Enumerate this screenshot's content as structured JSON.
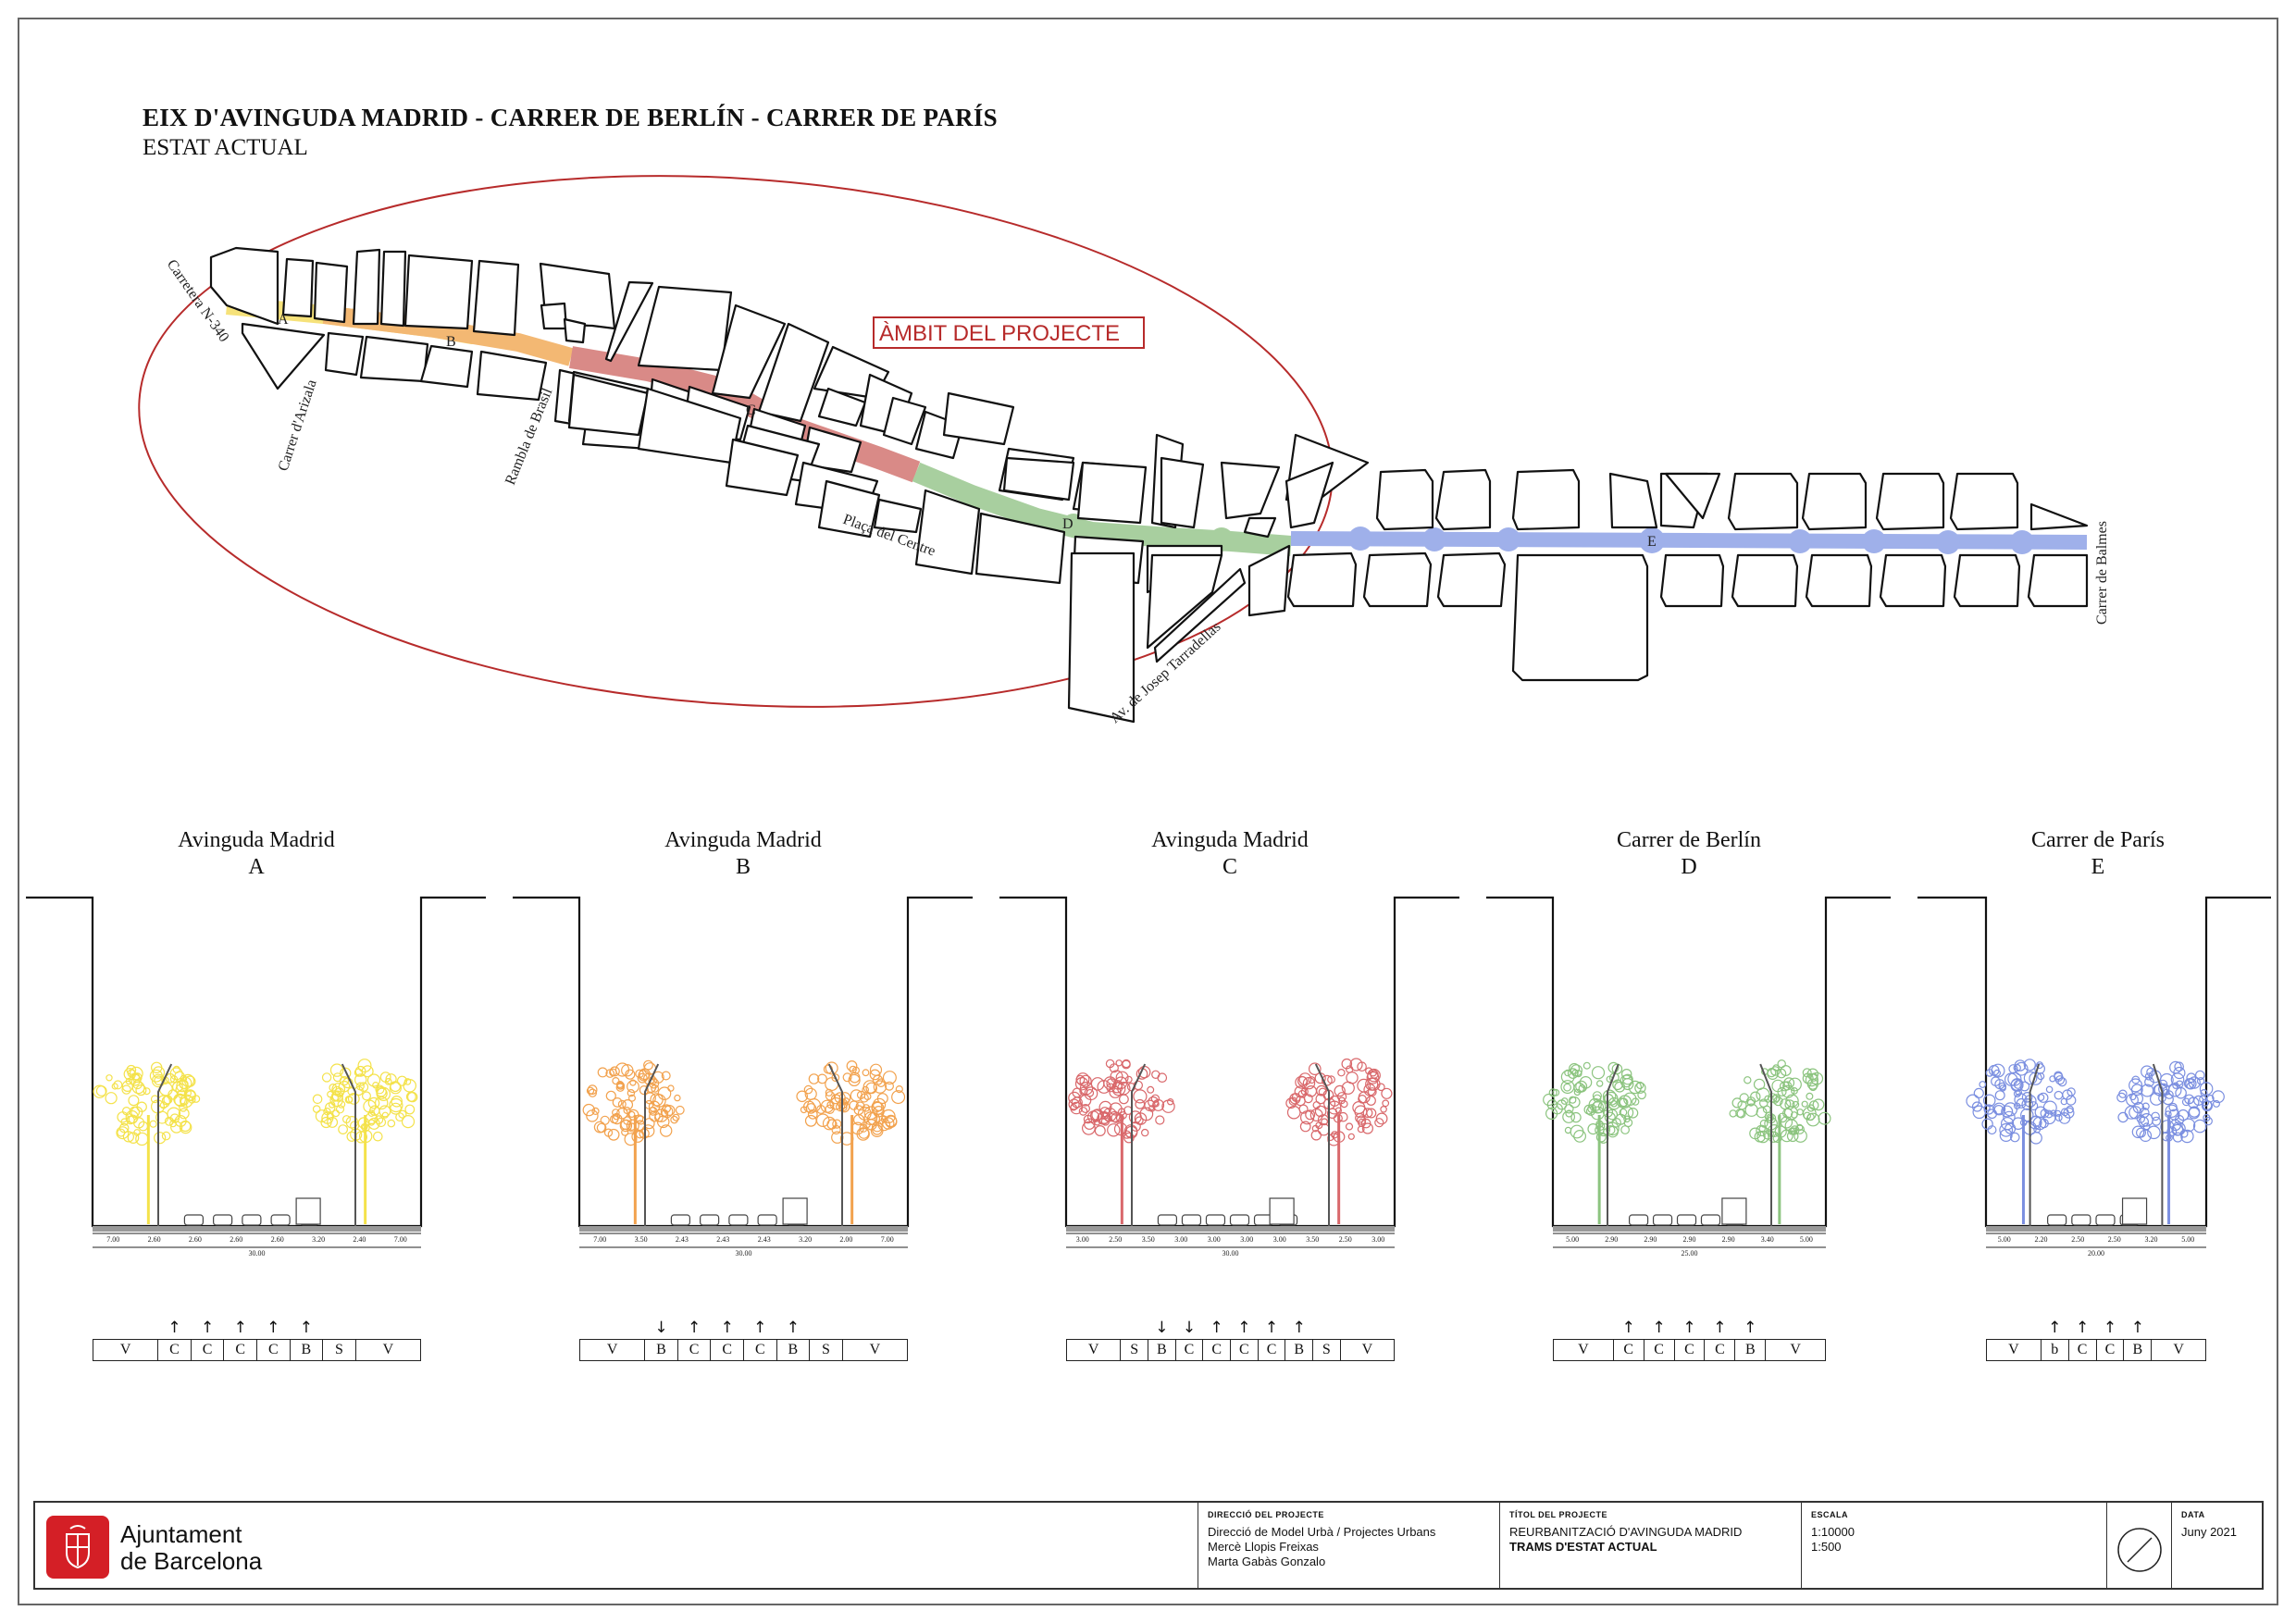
{
  "header": {
    "title": "EIX D'AVINGUDA MADRID - CARRER DE BERLÍN - CARRER DE PARÍS",
    "subtitle": "ESTAT ACTUAL"
  },
  "map": {
    "scope_label": "ÀMBIT DEL PROJECTE",
    "streets": {
      "carretera": "Carretera N-340",
      "arizala": "Carrer d'Arizala",
      "rambla": "Rambla de Brasil",
      "placa": "Plaça del Centre",
      "tarradellas": "Av. de Josep Tarradellas",
      "balmes": "Carrer de Balmes"
    },
    "segments": [
      {
        "id": "A",
        "color": "#f6e27a"
      },
      {
        "id": "B",
        "color": "#f3b873"
      },
      {
        "id": "C",
        "color": "#d98a87"
      },
      {
        "id": "D",
        "color": "#a8cf9f"
      },
      {
        "id": "E",
        "color": "#9fb0ea"
      }
    ]
  },
  "sections": [
    {
      "street": "Avinguda Madrid",
      "letter": "A",
      "tree_color": "#f4e24a",
      "dims": [
        "7.00",
        "2.60",
        "2.60",
        "2.60",
        "2.60",
        "3.20",
        "2.40",
        "7.00"
      ],
      "total": "30.00",
      "legend": [
        {
          "code": "V",
          "arrow": ""
        },
        {
          "code": "C",
          "arrow": "↑"
        },
        {
          "code": "C",
          "arrow": "↑"
        },
        {
          "code": "C",
          "arrow": "↑"
        },
        {
          "code": "C",
          "arrow": "↑"
        },
        {
          "code": "B",
          "arrow": "↑"
        },
        {
          "code": "S",
          "arrow": ""
        },
        {
          "code": "V",
          "arrow": ""
        }
      ]
    },
    {
      "street": "Avinguda Madrid",
      "letter": "B",
      "tree_color": "#f2a24e",
      "dims": [
        "7.00",
        "3.50",
        "2.43",
        "2.43",
        "2.43",
        "3.20",
        "2.00",
        "7.00"
      ],
      "total": "30.00",
      "legend": [
        {
          "code": "V",
          "arrow": ""
        },
        {
          "code": "B",
          "arrow": "↓"
        },
        {
          "code": "C",
          "arrow": "↑"
        },
        {
          "code": "C",
          "arrow": "↑"
        },
        {
          "code": "C",
          "arrow": "↑"
        },
        {
          "code": "B",
          "arrow": "↑"
        },
        {
          "code": "S",
          "arrow": ""
        },
        {
          "code": "V",
          "arrow": ""
        }
      ]
    },
    {
      "street": "Avinguda Madrid",
      "letter": "C",
      "tree_color": "#d9686b",
      "dims": [
        "3.00",
        "2.50",
        "3.50",
        "3.00",
        "3.00",
        "3.00",
        "3.00",
        "3.50",
        "2.50",
        "3.00"
      ],
      "total": "30.00",
      "legend": [
        {
          "code": "V",
          "arrow": ""
        },
        {
          "code": "S",
          "arrow": ""
        },
        {
          "code": "B",
          "arrow": "↓"
        },
        {
          "code": "C",
          "arrow": "↓"
        },
        {
          "code": "C",
          "arrow": "↑"
        },
        {
          "code": "C",
          "arrow": "↑"
        },
        {
          "code": "C",
          "arrow": "↑"
        },
        {
          "code": "B",
          "arrow": "↑"
        },
        {
          "code": "S",
          "arrow": ""
        },
        {
          "code": "V",
          "arrow": ""
        }
      ]
    },
    {
      "street": "Carrer de Berlín",
      "letter": "D",
      "tree_color": "#8cc47f",
      "dims": [
        "5.00",
        "2.90",
        "2.90",
        "2.90",
        "2.90",
        "3.40",
        "5.00"
      ],
      "total": "25.00",
      "legend": [
        {
          "code": "V",
          "arrow": ""
        },
        {
          "code": "C",
          "arrow": "↑"
        },
        {
          "code": "C",
          "arrow": "↑"
        },
        {
          "code": "C",
          "arrow": "↑"
        },
        {
          "code": "C",
          "arrow": "↑"
        },
        {
          "code": "B",
          "arrow": "↑"
        },
        {
          "code": "V",
          "arrow": ""
        }
      ]
    },
    {
      "street": "Carrer de París",
      "letter": "E",
      "tree_color": "#7b8fe0",
      "dims": [
        "5.00",
        "2.20",
        "2.50",
        "2.50",
        "3.20",
        "5.00"
      ],
      "total": "20.00",
      "legend": [
        {
          "code": "V",
          "arrow": ""
        },
        {
          "code": "b",
          "arrow": "↑"
        },
        {
          "code": "C",
          "arrow": "↑"
        },
        {
          "code": "C",
          "arrow": "↑"
        },
        {
          "code": "B",
          "arrow": "↑"
        },
        {
          "code": "V",
          "arrow": ""
        }
      ]
    }
  ],
  "cartouche": {
    "org_line1": "Ajuntament",
    "org_line2": "de Barcelona",
    "direction_label": "DIRECCIÓ DEL PROJECTE",
    "direction_lines": [
      "Direcció de Model Urbà  /  Projectes Urbans",
      "Mercè Llopis Freixas",
      "Marta Gabàs Gonzalo"
    ],
    "title_label": "TÍTOL DEL PROJECTE",
    "title_line1": "REURBANITZACIÓ D'AVINGUDA MADRID",
    "title_line2": "TRAMS D'ESTAT ACTUAL",
    "scale_label": "ESCALA",
    "scale_values": [
      "1:10000",
      "1:500"
    ],
    "date_label": "DATA",
    "date_value": "Juny 2021"
  }
}
